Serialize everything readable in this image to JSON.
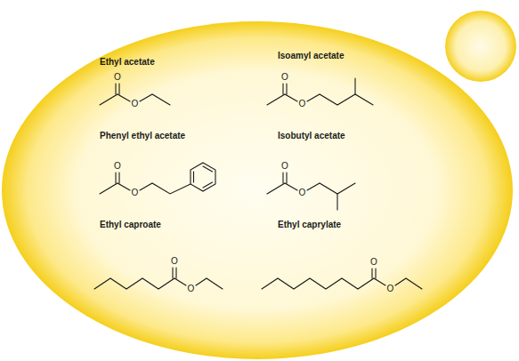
{
  "diagram": {
    "labels": [
      "Ethyl acetate",
      "O",
      "O",
      "Isoamyl acetate",
      "O",
      "O",
      "Phenyl ethyl acetate",
      "O",
      "O",
      "Isobutyl acetate",
      "O",
      "O",
      "Ethyl caproate",
      "O",
      "O",
      "Ethyl caprylate",
      "O",
      "O"
    ]
  }
}
